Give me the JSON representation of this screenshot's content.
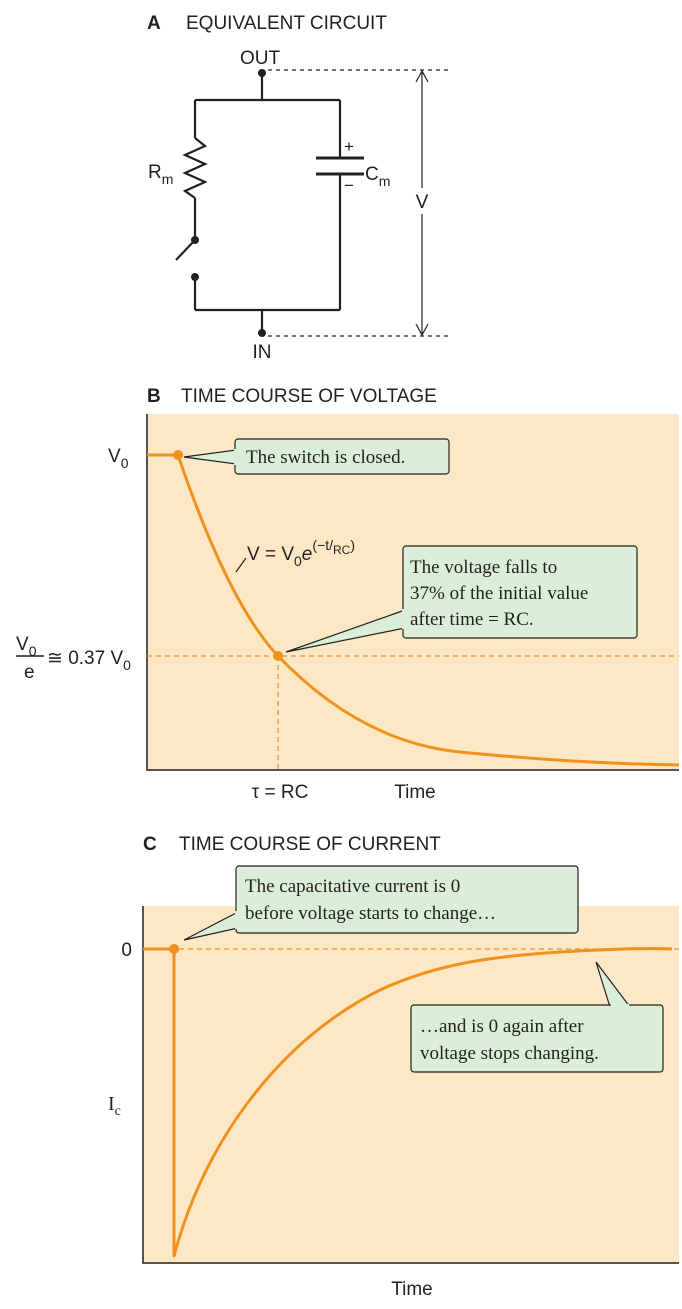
{
  "panel_a": {
    "letter": "A",
    "title": "EQUIVALENT CIRCUIT",
    "out_label": "OUT",
    "in_label": "IN",
    "resistor_label": "R",
    "resistor_sub": "m",
    "capacitor_label": "C",
    "capacitor_sub": "m",
    "plus_sign": "+",
    "minus_sign": "−",
    "voltage_label": "V"
  },
  "panel_b": {
    "letter": "B",
    "title": "TIME COURSE OF VOLTAGE",
    "y_top_label": "V",
    "y_top_sub": "0",
    "y_mid_num": "V",
    "y_mid_num_sub": "0",
    "y_mid_den": "e",
    "y_mid_rhs": "≅ 0.37 V",
    "y_mid_rhs_sub": "0",
    "x_tau_label": "τ = RC",
    "x_label": "Time",
    "equation_lhs": "V = V",
    "equation_sub": "0",
    "equation_e": "e",
    "equation_exp_open": "(−t",
    "equation_exp_slash": "/",
    "equation_exp_rc": "RC",
    "equation_exp_close": ")",
    "callout_1": "The switch is closed.",
    "callout_2_lines": [
      "The voltage falls to",
      "37% of the initial value",
      "after time = RC."
    ]
  },
  "panel_c": {
    "letter": "C",
    "title": "TIME COURSE OF CURRENT",
    "y_zero_label": "0",
    "y_label": "I",
    "y_label_sub": "c",
    "x_label": "Time",
    "callout_1_lines": [
      "The capacitative current is 0",
      "before voltage starts to change…"
    ],
    "callout_2_lines": [
      "…and is 0 again after",
      "voltage stops changing."
    ]
  },
  "colors": {
    "plot_bg": "#fde8c6",
    "curve": "#f0901e",
    "callout_bg": "#dbeed8",
    "ink": "#231f20"
  }
}
